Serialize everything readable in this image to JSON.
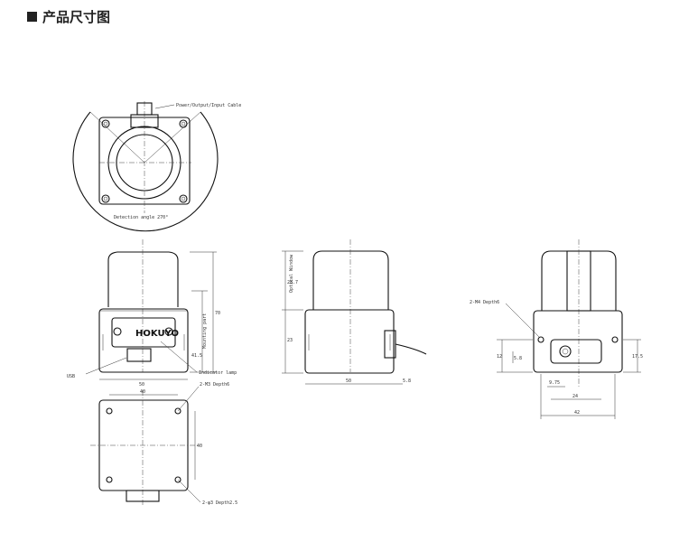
{
  "header": {
    "title": "产品尺寸图"
  },
  "labels": {
    "cable": "Power/Output/Input Cable",
    "detection": "Detection angle 270°",
    "usb": "USB",
    "indicator": "Indicator lamp",
    "m3_depth": "2-M3 Depth6",
    "m4_depth": "2-M4 Depth6",
    "phi_depth": "2-φ3 Depth2.5",
    "optical_window": "Optical Window",
    "mounting_part": "Mounting part",
    "logo": "HOKUYO"
  },
  "dims": {
    "front_height": "70",
    "front_width": "50",
    "mount_h": "41.5",
    "top_width": "40",
    "top_height": "40",
    "side_window": "28.7",
    "side_lower": "23",
    "side_width": "50",
    "side_extra": "5.8",
    "back_a": "12",
    "back_b": "5.8",
    "back_c": "17.5",
    "back_d": "9.75",
    "back_e": "24",
    "back_width": "42"
  }
}
